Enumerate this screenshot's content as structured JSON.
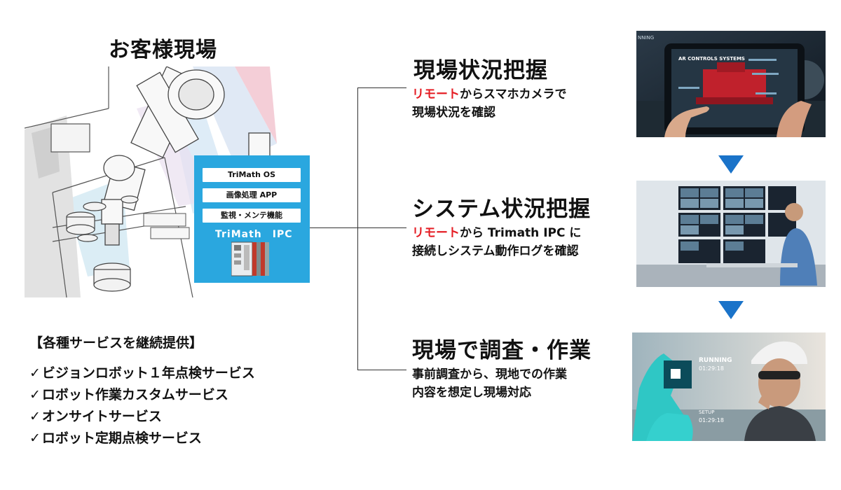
{
  "site": {
    "title": "お客様現場",
    "ipc": {
      "chips": [
        "TriMath OS",
        "画像処理 APP",
        "監視・メンテ機能"
      ],
      "label": "TriMath　IPC"
    }
  },
  "services": {
    "title": "【各種サービスを継続提供】",
    "check_mark": "✓",
    "items": [
      "ビジョンロボット１年点検サービス",
      "ロボット作業カスタムサービス",
      "オンサイトサービス",
      "ロボット定期点検サービス"
    ]
  },
  "sections": [
    {
      "title": "現場状況把握",
      "line1_red": "リモート",
      "line1_rest": "からスマホカメラで",
      "line2": "現場状況を確認"
    },
    {
      "title": "システム状況把握",
      "line1_red": "リモート",
      "line1_rest": "から Trimath IPC に",
      "line2": "接続しシステム動作ログを確認"
    },
    {
      "title": "現場で調査・作業",
      "line1_red": "",
      "line1_rest": "事前調査から、現地での作業",
      "line2": "内容を想定し現場対応"
    }
  ],
  "photos": {
    "ar_tablet": {
      "headline": "AR CONTROLS SYSTEMS",
      "corner": "NNING"
    },
    "monitoring": {},
    "field": {
      "status": "RUNNING",
      "time1": "01:29:18",
      "setup": "SETUP",
      "time2": "01:29:18"
    }
  },
  "colors": {
    "accent_red": "#e51e25",
    "ipc_blue": "#2aa7df",
    "arrow_blue": "#1a73c9"
  }
}
